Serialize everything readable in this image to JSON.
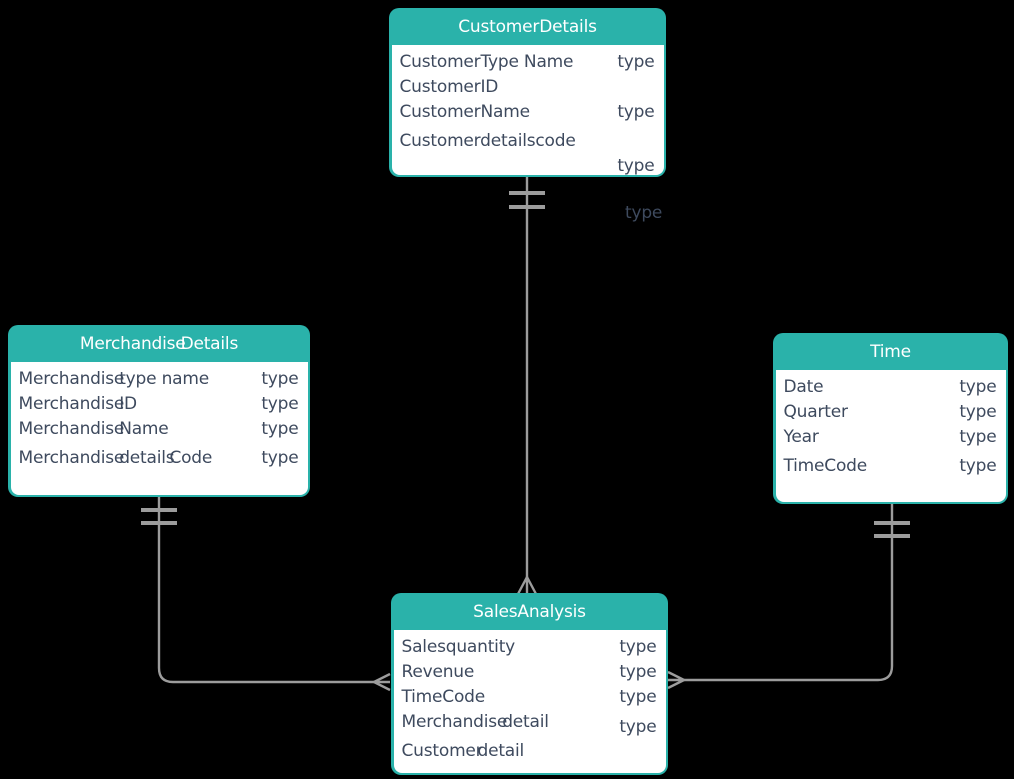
{
  "diagram": {
    "kind": "entity-relationship-diagram",
    "relationship_label": "type",
    "colors": {
      "entity_fill": "#2AB2AA",
      "entity_body": "#FFFFFF",
      "header_text": "#FFFFFF",
      "attribute_text": "#3E4A5E",
      "connector_line": "#9C9C9C",
      "background": "#000000"
    },
    "entities": [
      {
        "id": "customer-details",
        "title_parts": [
          "CustomerDetails"
        ],
        "rows": [
          {
            "name_parts": [
              "CustomerType Name"
            ],
            "type": "type"
          },
          {
            "name_parts": [
              "CustomerID"
            ],
            "type": ""
          },
          {
            "name_parts": [
              "CustomerName"
            ],
            "type": "type"
          },
          {
            "name_parts": [
              "Customerdetailscode"
            ],
            "type": "",
            "gap": true
          },
          {
            "name_parts": [
              ""
            ],
            "type": "type"
          }
        ]
      },
      {
        "id": "merchandise-details",
        "title_parts": [
          "Merchandise",
          "Details"
        ],
        "rows": [
          {
            "name_parts": [
              "Merchandise",
              "type name"
            ],
            "type": "type"
          },
          {
            "name_parts": [
              "Merchandise",
              "ID"
            ],
            "type": "type"
          },
          {
            "name_parts": [
              "Merchandise",
              "Name"
            ],
            "type": "type"
          },
          {
            "name_parts": [
              "Merchandise",
              "details",
              "Code"
            ],
            "type": "type",
            "gap": true
          }
        ]
      },
      {
        "id": "time",
        "title_parts": [
          "Time"
        ],
        "rows": [
          {
            "name_parts": [
              "Date"
            ],
            "type": "type"
          },
          {
            "name_parts": [
              "Quarter"
            ],
            "type": "type"
          },
          {
            "name_parts": [
              "Year"
            ],
            "type": "type"
          },
          {
            "name_parts": [
              "TimeCode"
            ],
            "type": "type",
            "gap": true
          }
        ]
      },
      {
        "id": "sales-analysis",
        "title_parts": [
          "SalesAnalysis"
        ],
        "rows": [
          {
            "name_parts": [
              "Salesquantity"
            ],
            "type": "type"
          },
          {
            "name_parts": [
              "Revenue"
            ],
            "type": "type"
          },
          {
            "name_parts": [
              "TimeCode"
            ],
            "type": "type"
          },
          {
            "name_parts": [
              "Merchandise",
              "detail"
            ],
            "type": "type",
            "type_offset": true
          },
          {
            "name_parts": [
              "Customer",
              "detail"
            ],
            "type": "",
            "gap": true
          }
        ]
      }
    ],
    "relationships": [
      {
        "from": "customer-details",
        "to": "sales-analysis",
        "from_cardinality": "exactly-one",
        "to_cardinality": "many",
        "label": "type"
      },
      {
        "from": "merchandise-details",
        "to": "sales-analysis",
        "from_cardinality": "exactly-one",
        "to_cardinality": "many",
        "label": ""
      },
      {
        "from": "time",
        "to": "sales-analysis",
        "from_cardinality": "exactly-one",
        "to_cardinality": "many",
        "label": ""
      }
    ]
  }
}
